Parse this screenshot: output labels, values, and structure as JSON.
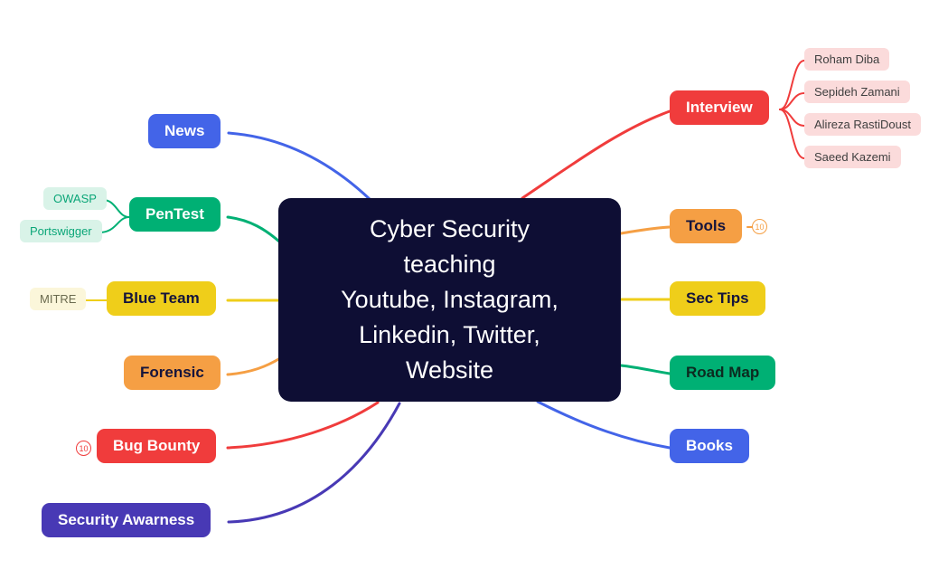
{
  "center": {
    "text": "Cyber Security\nteaching\nYoutube, Instagram,\nLinkedin, Twitter,\nWebsite"
  },
  "nodes": {
    "news": {
      "label": "News"
    },
    "pentest": {
      "label": "PenTest",
      "children": [
        {
          "label": "OWASP"
        },
        {
          "label": "Portswigger"
        }
      ]
    },
    "blue_team": {
      "label": "Blue Team",
      "children": [
        {
          "label": "MITRE"
        }
      ]
    },
    "forensic": {
      "label": "Forensic"
    },
    "bug_bounty": {
      "label": "Bug Bounty",
      "badge": "10"
    },
    "security_awarness": {
      "label": "Security Awarness"
    },
    "interview": {
      "label": "Interview",
      "children": [
        {
          "label": "Roham Diba"
        },
        {
          "label": "Sepideh Zamani"
        },
        {
          "label": "Alireza RastiDoust"
        },
        {
          "label": "Saeed Kazemi"
        }
      ]
    },
    "tools": {
      "label": "Tools",
      "badge": "10"
    },
    "sec_tips": {
      "label": "Sec Tips"
    },
    "road_map": {
      "label": "Road Map"
    },
    "books": {
      "label": "Books"
    }
  },
  "colors": {
    "blue": "#4364e8",
    "green": "#00b074",
    "yellow": "#efce1a",
    "orange": "#f59f44",
    "red": "#f03c3c",
    "indigo": "#4839b5",
    "mint_bg": "#d9f3e8",
    "mint_text": "#0ba678",
    "light_yellow_bg": "#fbf6da",
    "pink_bg": "#fbdbdb",
    "center_bg": "#0e0e34"
  }
}
